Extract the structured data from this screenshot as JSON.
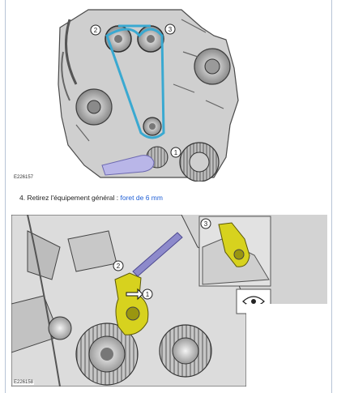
{
  "figure_top": {
    "code": "E226157",
    "callouts": [
      "1",
      "2",
      "3"
    ]
  },
  "instruction": {
    "number": "4.",
    "text": "Retirez l'équipement général :",
    "tool": "foret de 6 mm"
  },
  "figure_bottom": {
    "code": "E226158",
    "callouts": [
      "1",
      "2",
      "3"
    ]
  },
  "colors": {
    "belt_highlight": "#3aa9d1",
    "tool_highlight": "#b9b6e8",
    "bracket_highlight": "#d7d21e",
    "link_blue": "#1f5fd6"
  }
}
